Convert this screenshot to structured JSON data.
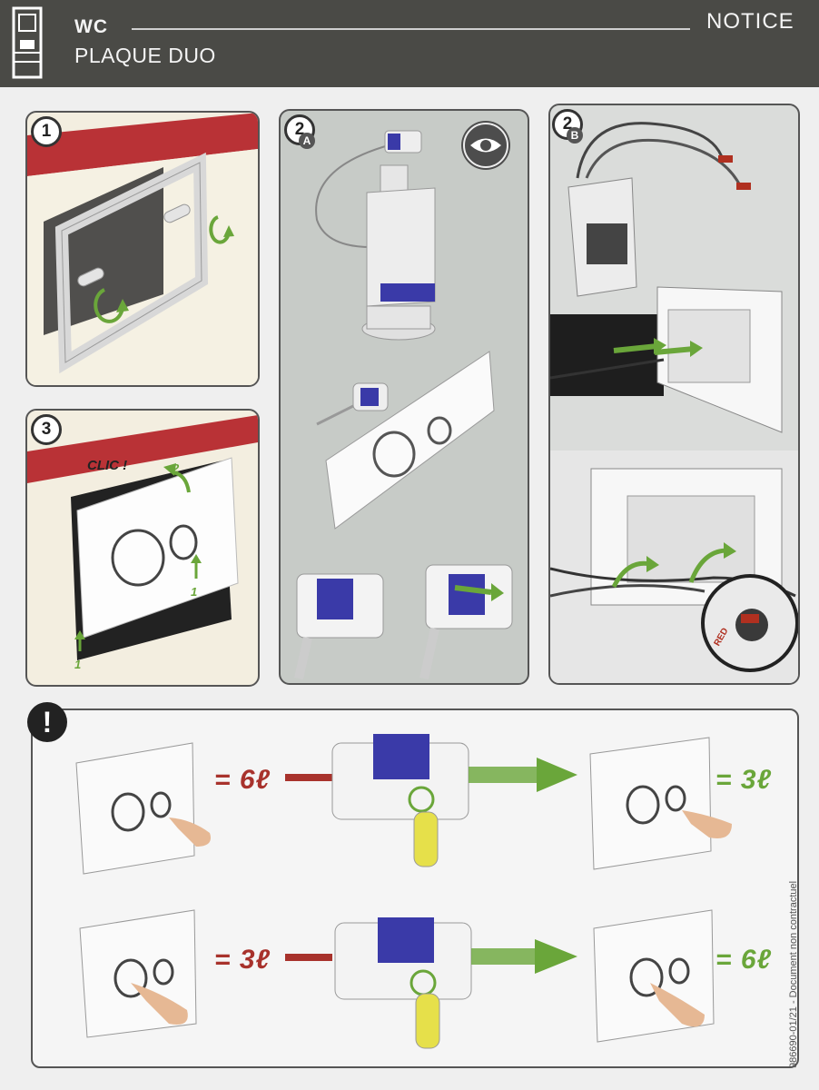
{
  "header": {
    "title": "WC",
    "subtitle": "PLAQUE DUO",
    "doc_type": "NOTICE"
  },
  "steps": {
    "step1": {
      "number": "1"
    },
    "step2a": {
      "number": "2",
      "sub": "A"
    },
    "step2b": {
      "number": "2",
      "sub": "B"
    },
    "step3": {
      "number": "3",
      "clic": "CLIC !",
      "arrow_label": "2",
      "push_label": "1"
    }
  },
  "red_label": "RED",
  "warning": {
    "symbol": "!",
    "row1": {
      "left_volume": "= 6ℓ",
      "right_volume": "= 3ℓ"
    },
    "row2": {
      "left_volume": "= 3ℓ",
      "right_volume": "= 6ℓ"
    }
  },
  "footer_reference": "986690-01/21 - Document non contractuel",
  "colors": {
    "header_bg": "#4a4a46",
    "green_arrow": "#6aa63a",
    "red_volume": "#a8322c",
    "blue_part": "#3a3aa8",
    "yellow_tool": "#e6e04a"
  },
  "icons": [
    "frame-icon",
    "eye-icon",
    "rotate-arrow-icon",
    "green-arrow-icon",
    "screwdriver-icon",
    "warning-icon"
  ]
}
